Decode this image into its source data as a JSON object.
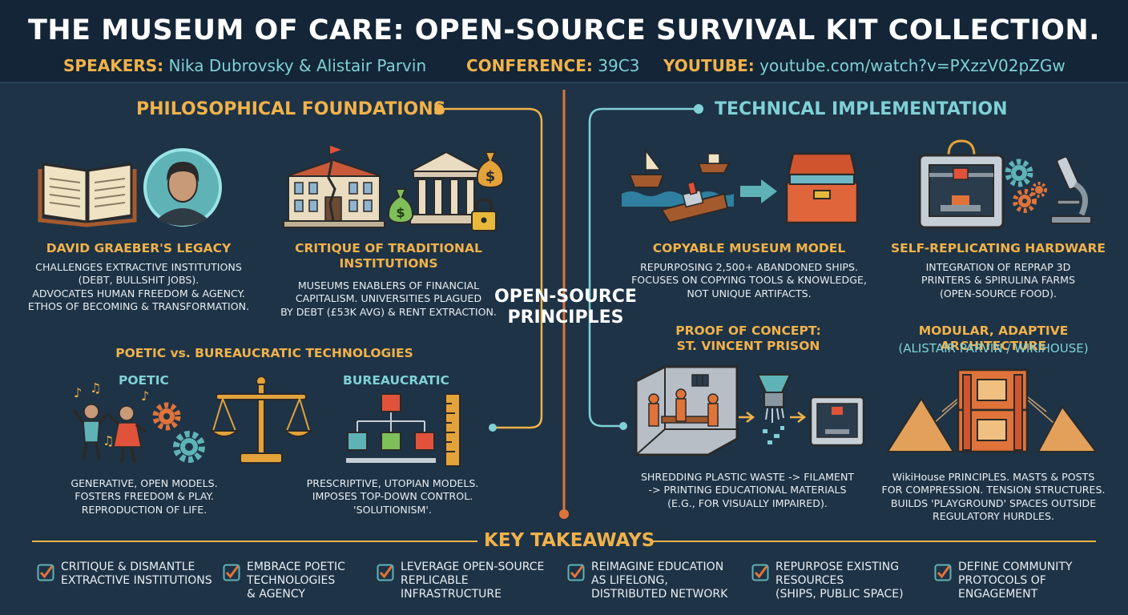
{
  "header": {
    "title": "THE MUSEUM OF CARE: OPEN-SOURCE SURVIVAL KIT COLLECTION.",
    "speakers_label": "SPEAKERS:",
    "speakers": "Nika Dubrovsky & Alistair Parvin",
    "conference_label": "CONFERENCE:",
    "conference": "39C3",
    "youtube_label": "YOUTUBE:",
    "youtube": "youtube.com/watch?v=PXzzV02pZGw"
  },
  "philosophical": {
    "title": "PHILOSOPHICAL FOUNDATIONS",
    "graeber": {
      "title": "DAVID GRAEBER'S LEGACY",
      "text": [
        "CHALLENGES EXTRACTIVE INSTITUTIONS",
        "(DEBT, BULLSHIT JOBS).",
        "ADVOCATES HUMAN FREEDOM & AGENCY.",
        "ETHOS OF BECOMING & TRANSFORMATION."
      ]
    },
    "critique": {
      "title": [
        "CRITIQUE OF TRADITIONAL",
        "INSTITUTIONS"
      ],
      "text": [
        "MUSEUMS ENABLERS OF FINANCIAL",
        "CAPITALISM. UNIVERSITIES PLAGUED",
        "BY DEBT (£53K AVG) & RENT EXTRACTION."
      ]
    },
    "poetic_vs": {
      "title": "POETIC vs. BUREAUCRATIC TECHNOLOGIES",
      "poetic_label": "POETIC",
      "bureaucratic_label": "BUREAUCRATIC",
      "poetic_text": [
        "GENERATIVE, OPEN MODELS.",
        "FOSTERS FREEDOM & PLAY.",
        "REPRODUCTION OF LIFE."
      ],
      "bureaucratic_text": [
        "PRESCRIPTIVE, UTOPIAN MODELS.",
        "IMPOSES TOP-DOWN CONTROL.",
        "'SOLUTIONISM'."
      ]
    }
  },
  "center": {
    "label": [
      "OPEN-SOURCE",
      "PRINCIPLES"
    ]
  },
  "technical": {
    "title": "TECHNICAL IMPLEMENTATION",
    "museum_model": {
      "title": "COPYABLE MUSEUM MODEL",
      "text": [
        "REPURPOSING 2,500+ ABANDONED SHIPS.",
        "FOCUSES ON COPYING TOOLS & KNOWLEDGE,",
        "NOT UNIQUE ARTIFACTS."
      ]
    },
    "hardware": {
      "title": "SELF-REPLICATING HARDWARE",
      "text": [
        "INTEGRATION OF REPRAP 3D",
        "PRINTERS & SPIRULINA FARMS",
        "(OPEN-SOURCE FOOD)."
      ]
    },
    "prison": {
      "title": [
        "PROOF OF CONCEPT:",
        "ST. VINCENT PRISON"
      ],
      "text": [
        "SHREDDING PLASTIC WASTE -> FILAMENT",
        "-> PRINTING EDUCATIONAL MATERIALS"
      ],
      "text_note": "(e.g., for visually impaired)."
    },
    "architecture": {
      "title": "MODULAR, ADAPTIVE ARCHITECTURE",
      "subtitle": "(ALISTAIR PARVIN / WIKIHOUSE)",
      "text": [
        "WikiHouse PRINCIPLES. MASTS & POSTS",
        "FOR COMPRESSION. TENSION STRUCTURES.",
        "BUILDS 'PLAYGROUND' SPACES OUTSIDE",
        "REGULATORY HURDLES."
      ]
    }
  },
  "takeaways": {
    "title": "KEY TAKEAWAYS",
    "items": [
      [
        "CRITIQUE & DISMANTLE",
        "EXTRACTIVE INSTITUTIONS"
      ],
      [
        "EMBRACE POETIC",
        "TECHNOLOGIES",
        "& AGENCY"
      ],
      [
        "LEVERAGE OPEN-SOURCE",
        "REPLICABLE",
        "INFRASTRUCTURE"
      ],
      [
        "REIMAGINE EDUCATION",
        "AS LIFELONG,",
        "DISTRIBUTED NETWORK"
      ],
      [
        "REPURPOSE EXISTING",
        "RESOURCES",
        "(SHIPS, PUBLIC SPACE)"
      ],
      [
        "DEFINE COMMUNITY",
        "PROTOCOLS OF",
        "ENGAGEMENT"
      ]
    ]
  },
  "colors": {
    "background": "#1e3346",
    "header": "#132536",
    "accent_orange": "#f1b24a",
    "accent_teal": "#7fd1d6",
    "divider": "#e0733a"
  },
  "icons": [
    "book-icon",
    "portrait-icon",
    "cracked-building-icon",
    "bank-icon",
    "money-bag-icon",
    "padlock-icon",
    "children-icon",
    "gear-icon",
    "scales-icon",
    "org-chart-icon",
    "ruler-icon",
    "ships-icon",
    "arrow-icon",
    "toolbox-icon",
    "3d-printer-icon",
    "microscope-icon",
    "prison-cell-icon",
    "shredder-icon",
    "wikihouse-icon",
    "tent-icon",
    "checkbox-icon"
  ]
}
